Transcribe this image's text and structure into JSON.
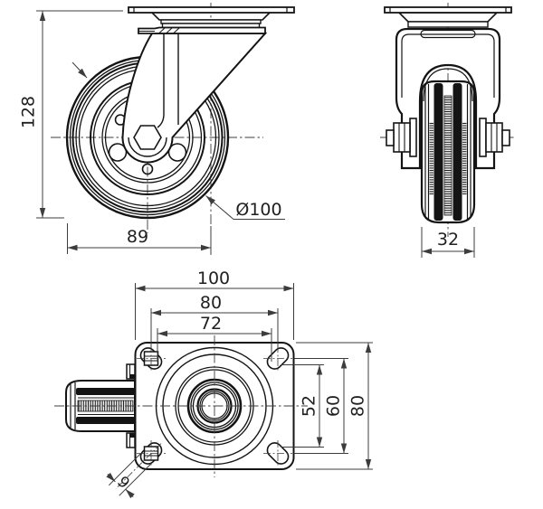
{
  "drawing": {
    "description": "swivel caster technical drawing, three orthographic views",
    "front_view": {
      "height": "128",
      "footprint_width": "89",
      "wheel_diameter": "Ø100"
    },
    "side_view": {
      "wheel_width": "32"
    },
    "plan_view": {
      "plate_width": "100",
      "hole_pitch_x_outer": "80",
      "hole_pitch_x_inner": "72",
      "hole_pitch_y_inner": "52",
      "hole_pitch_y_outer": "60",
      "plate_depth": "80",
      "slot_width": "9"
    },
    "colors": {
      "object_line": "#141414",
      "dimension_line": "#3c3c3c",
      "text": "#1f1f1f",
      "background": "#ffffff"
    }
  }
}
